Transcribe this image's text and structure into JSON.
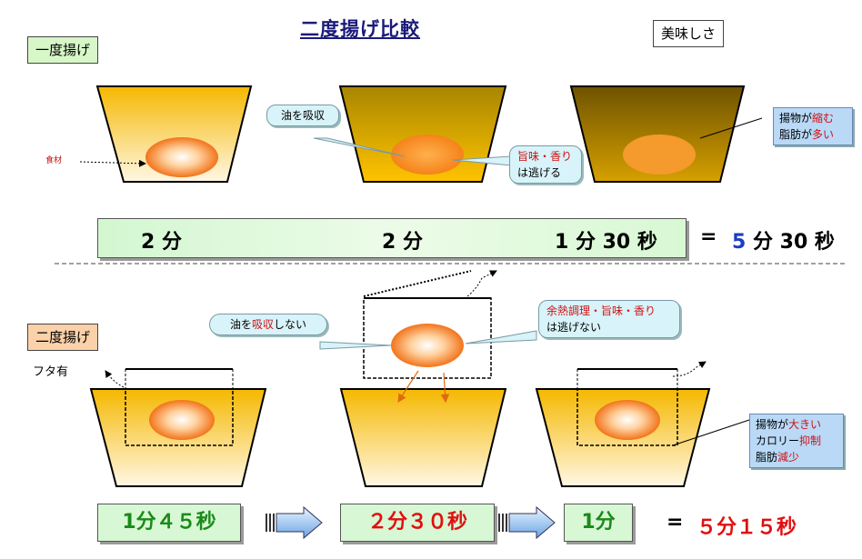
{
  "title": "二度揚げ比較",
  "labels": {
    "once": "一度揚げ",
    "twice": "二度揚げ",
    "taste": "美味しさ",
    "lid": "フタ有",
    "food": "食材"
  },
  "top_callouts": {
    "absorb": "油を吸収",
    "escape_line1": "は逃げる",
    "escape_red": "旨味・香り"
  },
  "top_note": {
    "p1": "揚物が",
    "p1_red": "縮む",
    "p2": "脂肪が",
    "p2_red": "多い"
  },
  "bottom_callouts": {
    "no_absorb_a": "油を",
    "no_absorb_red": "吸収",
    "no_absorb_b": "しない",
    "residual_red": "余熱調理・旨味・香り",
    "residual_line2": "は逃げない"
  },
  "bottom_note": {
    "l1": "揚物が",
    "l1_red": "大きい",
    "l2": "カロリー",
    "l2_red": "抑制",
    "l3": "脂肪",
    "l3_red": "減少"
  },
  "top_times": {
    "t1": "2 分",
    "t2": "2 分",
    "t3": "1 分 30 秒",
    "eq": "=",
    "total_num": "5",
    "total_rest": "分 30 秒"
  },
  "bottom_times": {
    "t1": "1分４５秒",
    "t2": "２分３０秒",
    "t3": "1分",
    "eq": "=",
    "total": "５分１５秒"
  },
  "colors": {
    "total_blue": "#1a3cc8",
    "total_red": "#e01010",
    "green_text": "#1a8a1a",
    "red_text": "#e01010"
  }
}
